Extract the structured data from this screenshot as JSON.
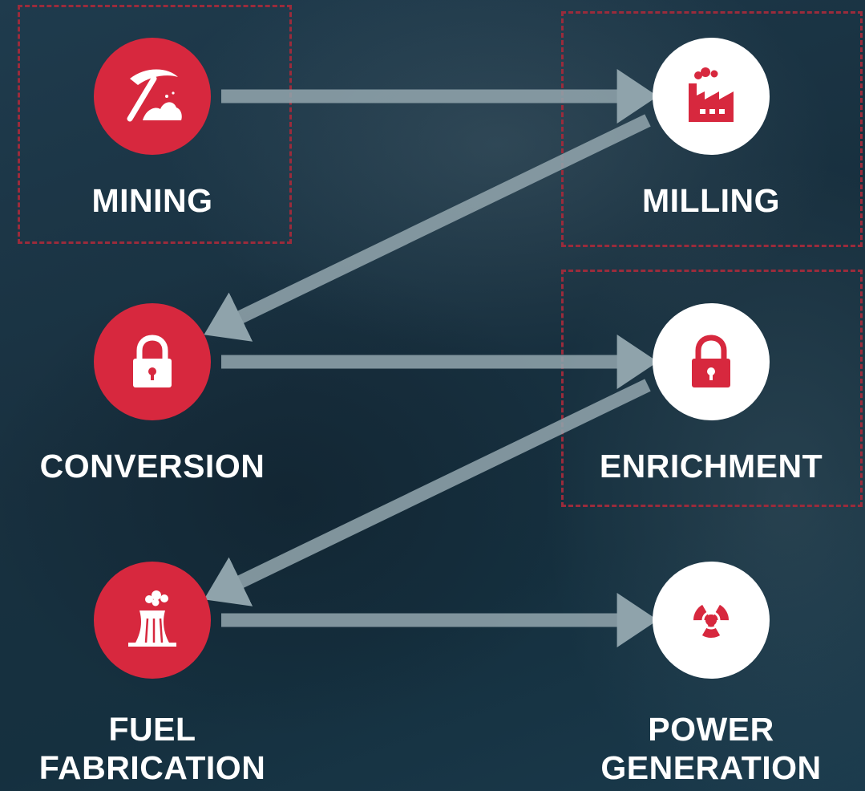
{
  "diagram": {
    "colors": {
      "background": "#193445",
      "node_red": "#d7283e",
      "node_white": "#ffffff",
      "arrow": "#8fa3ab",
      "dashed_border": "#9b2b3b",
      "label": "#ffffff"
    },
    "stages": [
      {
        "id": "mining",
        "label": "MINING",
        "icon": "pickaxe-icon",
        "style": "red",
        "highlighted": true
      },
      {
        "id": "milling",
        "label": "MILLING",
        "icon": "factory-icon",
        "style": "white",
        "highlighted": true
      },
      {
        "id": "conversion",
        "label": "CONVERSION",
        "icon": "lock-icon",
        "style": "red",
        "highlighted": false
      },
      {
        "id": "enrichment",
        "label": "ENRICHMENT",
        "icon": "lock-icon",
        "style": "white",
        "highlighted": true
      },
      {
        "id": "fuel_fabrication",
        "label_line1": "FUEL",
        "label_line2": "FABRICATION",
        "icon": "cooling-tower-icon",
        "style": "red",
        "highlighted": false
      },
      {
        "id": "power_generation",
        "label_line1": "POWER",
        "label_line2": "GENERATION",
        "icon": "radiation-icon",
        "style": "white",
        "highlighted": false
      }
    ],
    "flow": [
      {
        "from": "mining",
        "to": "milling"
      },
      {
        "from": "milling",
        "to": "conversion"
      },
      {
        "from": "conversion",
        "to": "enrichment"
      },
      {
        "from": "enrichment",
        "to": "fuel_fabrication"
      },
      {
        "from": "fuel_fabrication",
        "to": "power_generation"
      }
    ]
  }
}
